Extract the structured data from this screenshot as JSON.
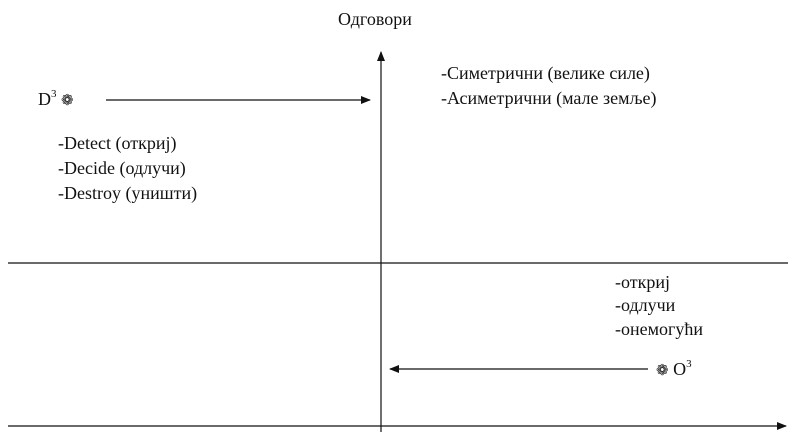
{
  "title": "Одговори",
  "top_left": {
    "symbol_letter": "D",
    "superscript": "3",
    "symbol_icon": "❁",
    "items": [
      "-Detect (откриј)",
      "-Decide (одлучи)",
      "-Destroy (уништи)"
    ]
  },
  "top_right": {
    "items": [
      "-Симетрични (велике силе)",
      "-Асиметрични (мале земље)"
    ]
  },
  "bottom_right": {
    "items": [
      "-откриј",
      "-одлучи",
      "-онемогући"
    ],
    "symbol_icon": "❁",
    "symbol_letter": "O",
    "superscript": "3"
  },
  "colors": {
    "ink": "#111111",
    "background": "#ffffff"
  }
}
